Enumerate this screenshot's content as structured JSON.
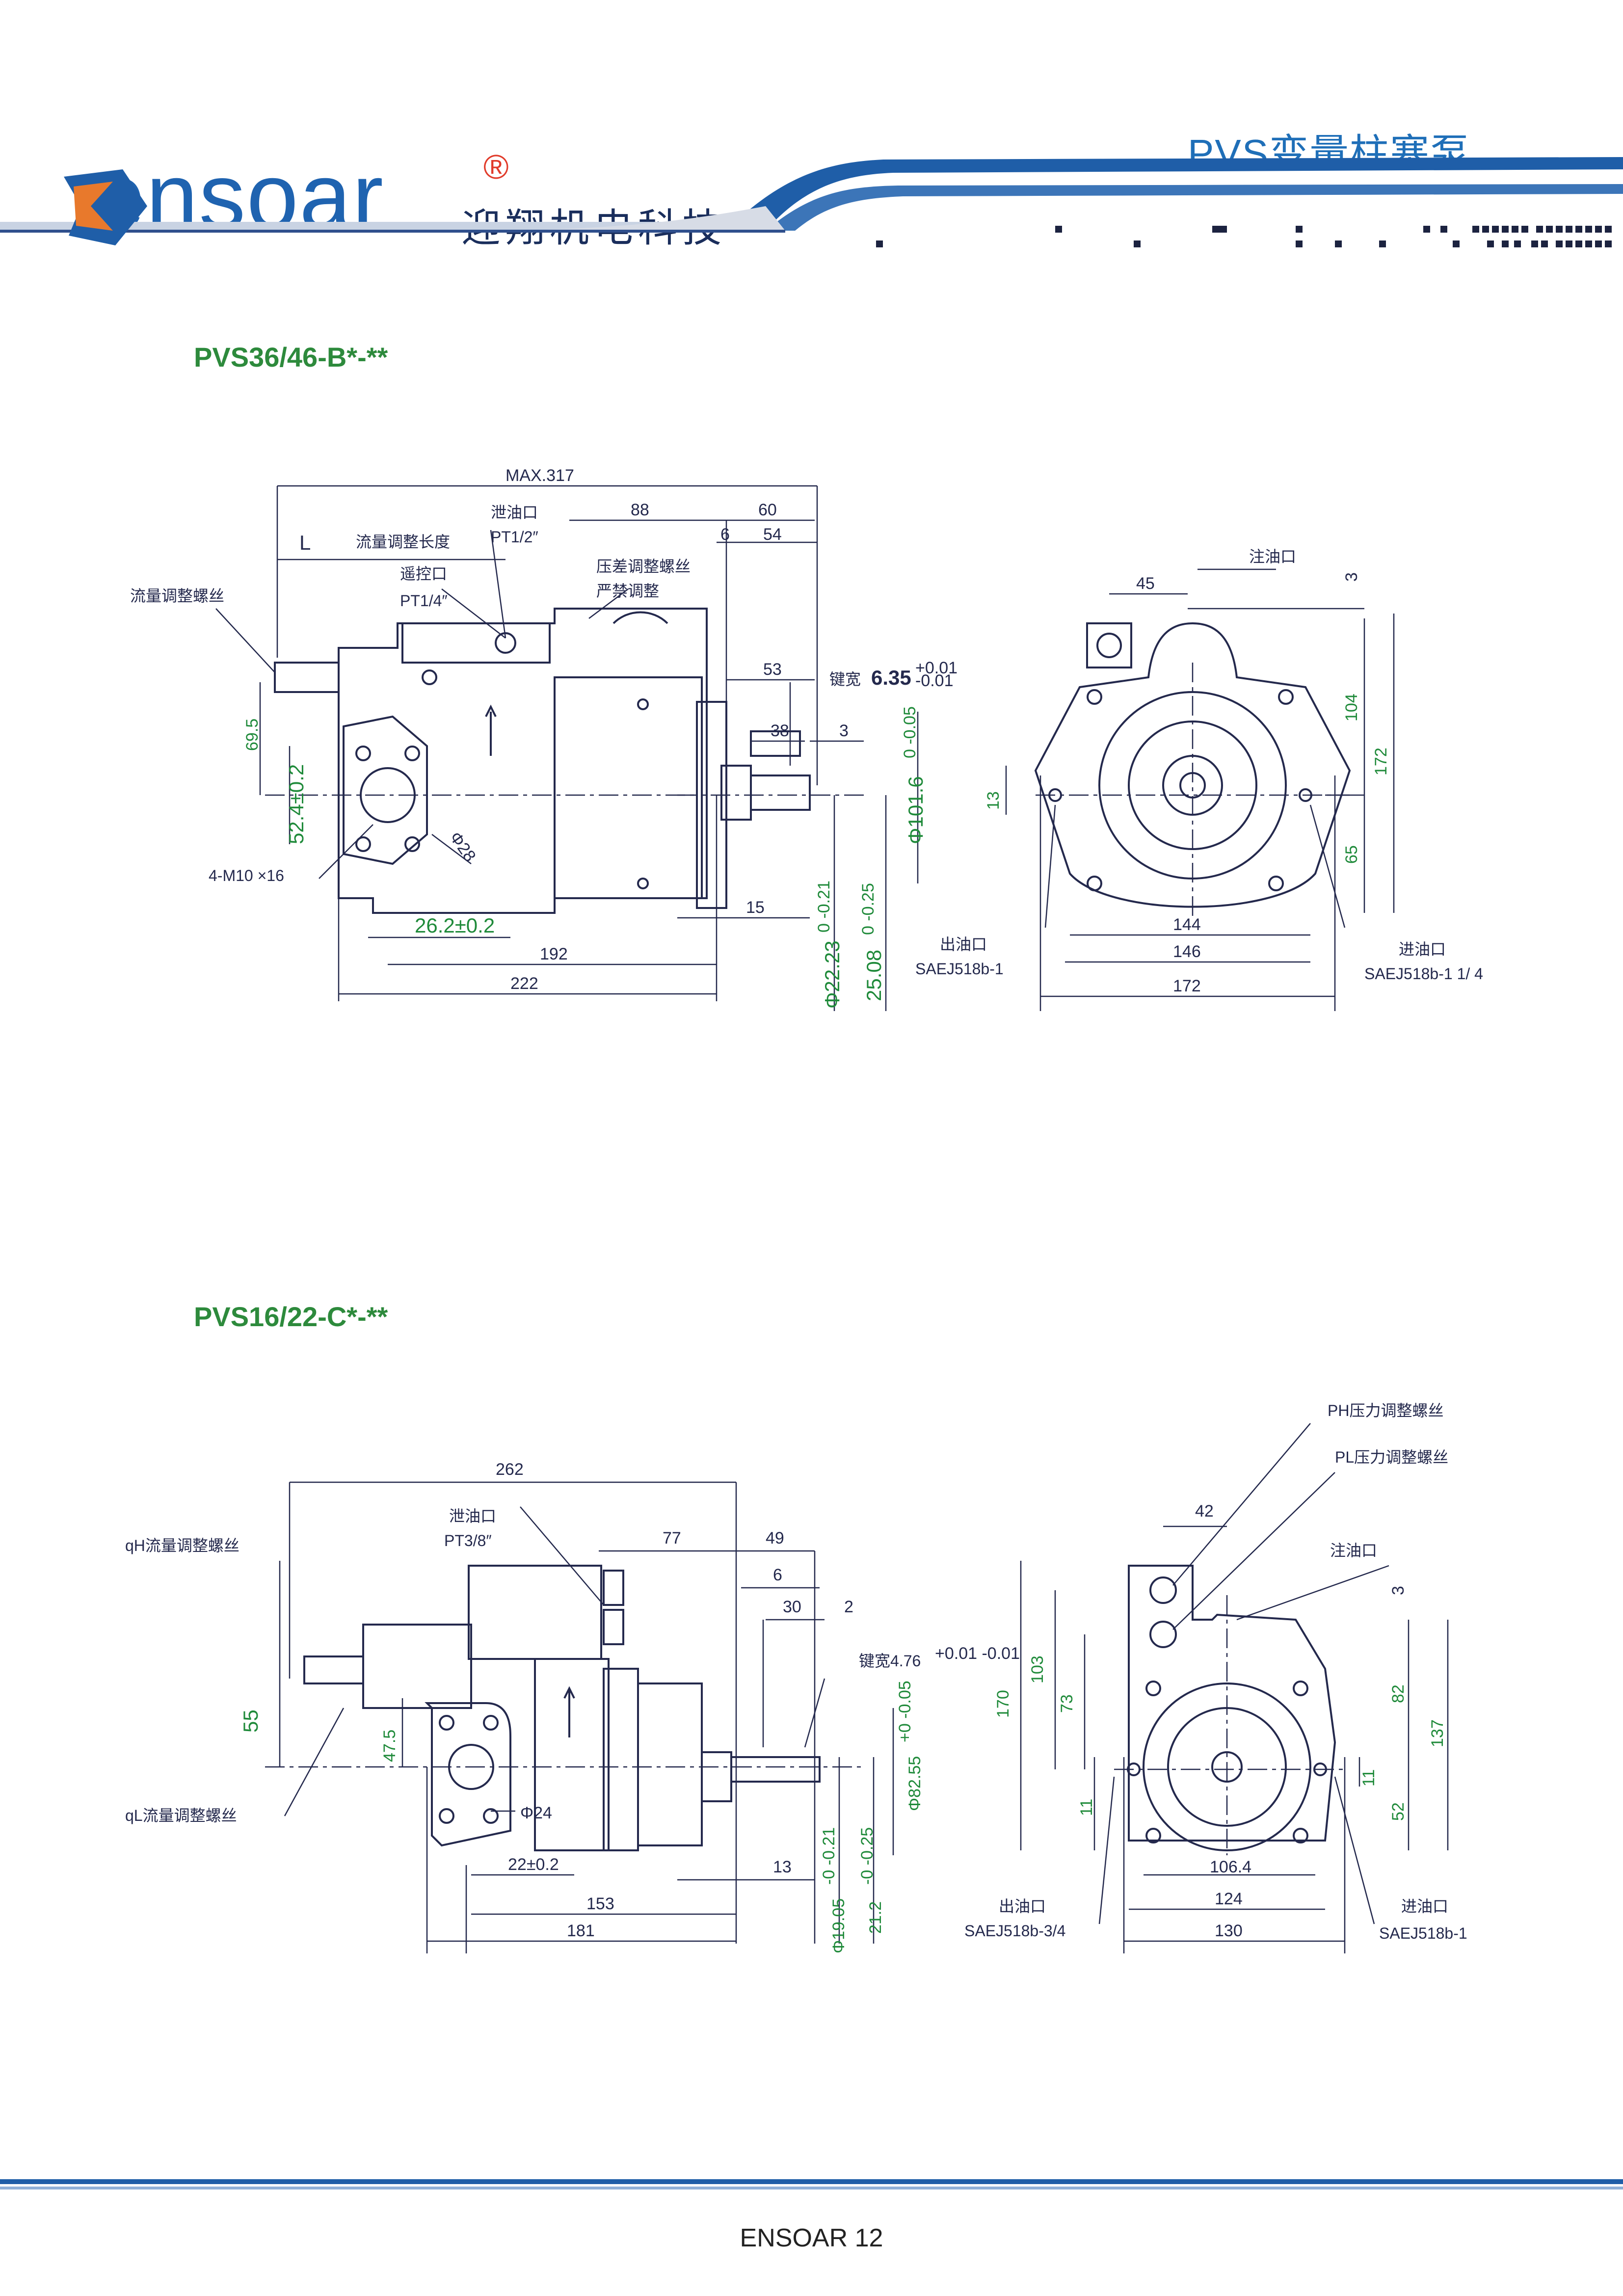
{
  "header": {
    "title": "PVS变量柱塞泵",
    "logo_text": "ensoar",
    "logo_reg": "®",
    "logo_cn": "迎翔机电科技"
  },
  "diagram1": {
    "title": "PVS36/46-B*-**",
    "labels": {
      "max": "MAX.317",
      "drain": "泄油口",
      "drain_pt": "PT1/2″",
      "l": "L",
      "flow_len": "流量调整长度",
      "remote": "遥控口",
      "remote_pt": "PT1/4″",
      "pdiff": "压差调整螺丝",
      "forbid": "严禁调整",
      "flow_screw": "流量调整螺丝",
      "bolts": "4-M10 ×16",
      "key": "键宽",
      "key_val": "6.35",
      "key_tol_up": "+0.01",
      "key_tol_dn": "-0.01",
      "fill": "注油口",
      "outlet": "出油口",
      "outlet_std": "SAEJ518b-1",
      "inlet": "进油口",
      "inlet_std": "SAEJ518b-1 1/ 4"
    },
    "dims": {
      "d88": "88",
      "d60": "60",
      "d6": "6",
      "d54": "54",
      "d53": "53",
      "d38": "38",
      "d3": "3",
      "d69_5": "69.5",
      "d52_4": "52.4±0.2",
      "d28": "Φ28",
      "d26_2": "26.2±0.2",
      "d192": "192",
      "d222": "222",
      "d15": "15",
      "d22_23": "Φ22.23",
      "d22_23_tol": "0 -0.21",
      "d25_08": "25.08",
      "d25_08_tol": "0 -0.25",
      "d101_6": "Φ101.6",
      "d101_6_tol": "0 -0.05",
      "d45": "45",
      "d3b": "3",
      "d104": "104",
      "d172v": "172",
      "d65": "65",
      "d13": "13",
      "d144": "144",
      "d146": "146",
      "d172h": "172"
    }
  },
  "diagram2": {
    "title": "PVS16/22-C*-**",
    "labels": {
      "drain": "泄油口",
      "drain_pt": "PT3/8″",
      "qh": "qH流量调整螺丝",
      "ql": "qL流量调整螺丝",
      "key": "键宽4.76",
      "key_tol": "+0.01 -0.01",
      "ph": "PH压力调整螺丝",
      "pl": "PL压力调整螺丝",
      "fill": "注油口",
      "outlet": "出油口",
      "outlet_std": "SAEJ518b-3/4",
      "inlet": "进油口",
      "inlet_std": "SAEJ518b-1"
    },
    "dims": {
      "d262": "262",
      "d77": "77",
      "d49": "49",
      "d6": "6",
      "d30": "30",
      "d2": "2",
      "d55": "55",
      "d47_5": "47.5",
      "d24": "Φ24",
      "d22": "22±0.2",
      "d13": "13",
      "d153": "153",
      "d181": "181",
      "d19_05": "Φ19.05",
      "d19_05_tol": "-0 -0.21",
      "d21_2": "21.2",
      "d21_2_tol": "-0 -0.25",
      "d82_55": "Φ82.55",
      "d82_55_tol": "+0 -0.05",
      "d42": "42",
      "d3": "3",
      "d170": "170",
      "d103": "103",
      "d73": "73",
      "d11a": "11",
      "d82": "82",
      "d137": "137",
      "d11b": "11",
      "d52": "52",
      "d106_4": "106.4",
      "d124": "124",
      "d130": "130"
    }
  },
  "footer": {
    "text": "ENSOAR  12"
  }
}
